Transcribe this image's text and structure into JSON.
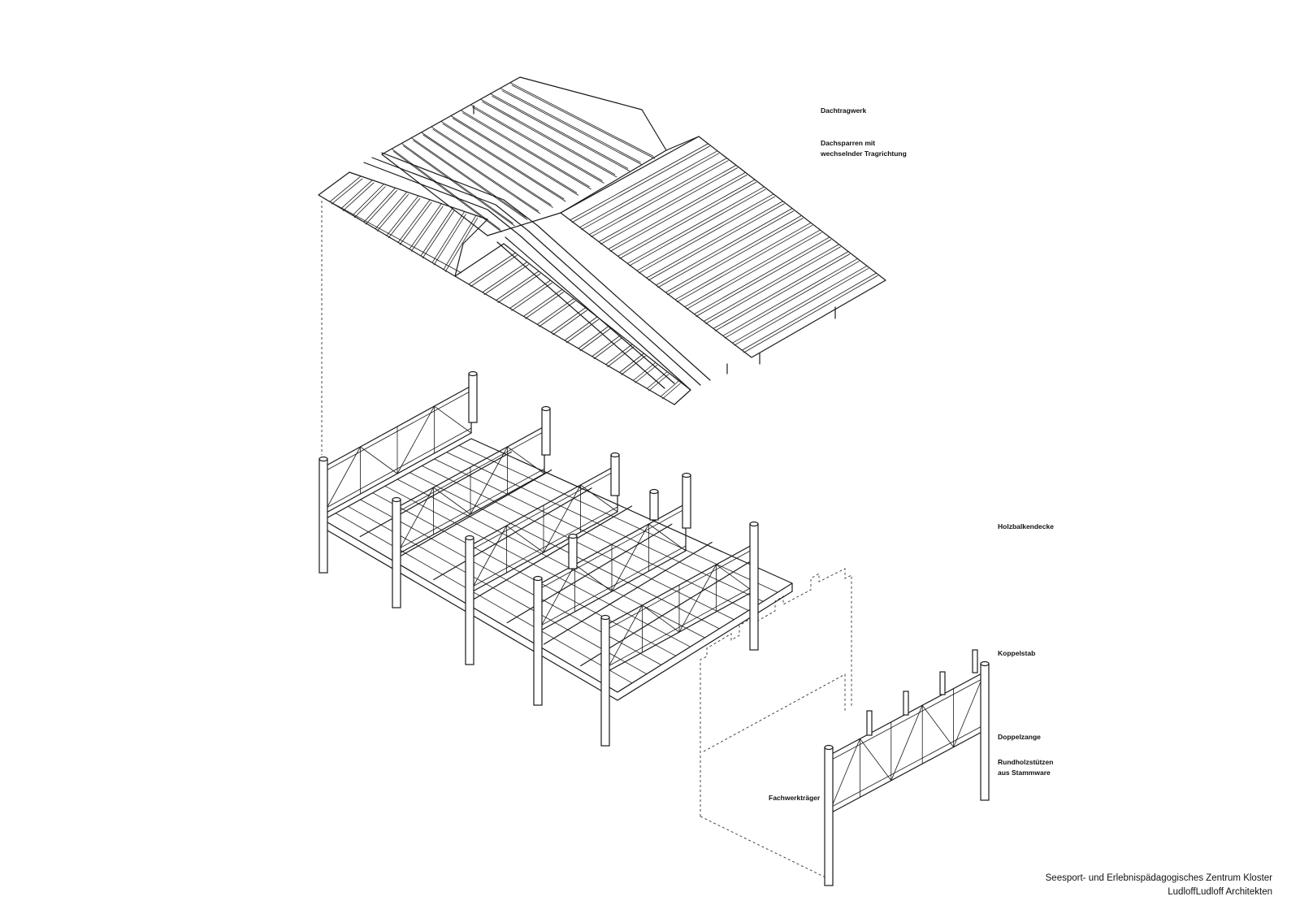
{
  "labels": {
    "dachtragwerk": "Dachtragwerk",
    "dachsparren_1": "Dachsparren mit",
    "dachsparren_2": "wechselnder Tragrichtung",
    "holzbalkendecke": "Holzbalkendecke",
    "koppelstab": "Koppelstab",
    "doppelzange": "Doppelzange",
    "rundholz_1": "Rundholzstützen",
    "rundholz_2": "aus Stammware",
    "fachwerktraeger": "Fachwerkträger"
  },
  "footer": {
    "project": "Seesport- und Erlebnispädagogisches Zentrum Kloster",
    "office": "LudloffLudloff Architekten"
  },
  "colors": {
    "line": "#1a1a1a",
    "text": "#111111",
    "office_text": "#c0392b",
    "background": "#ffffff"
  }
}
